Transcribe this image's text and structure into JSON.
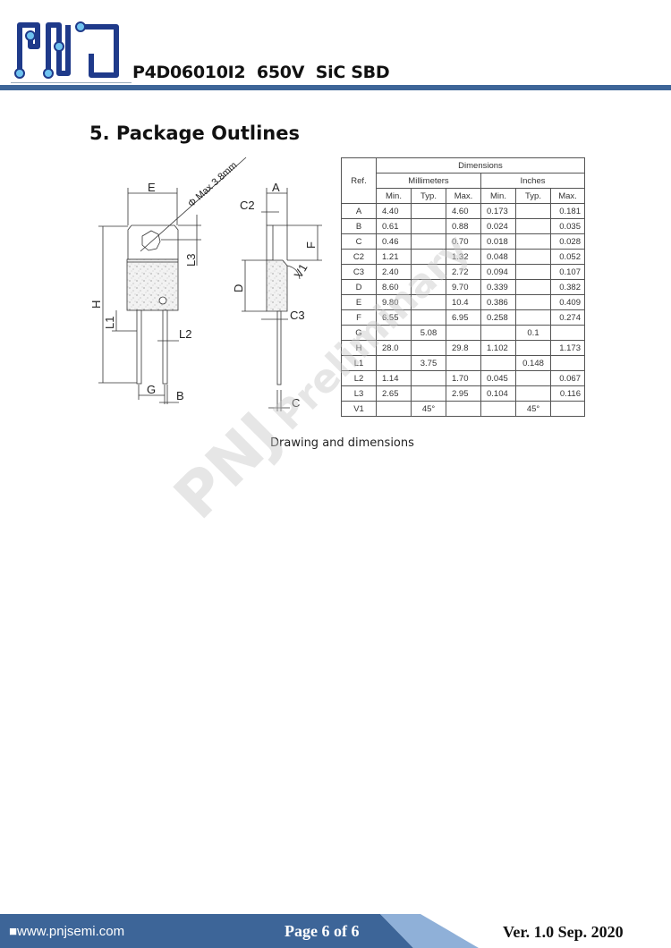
{
  "header": {
    "logo_text": "PNJ",
    "title": "P4D06010I2  650V  SiC SBD",
    "bar_color": "#3d6598"
  },
  "section": {
    "title": "5. Package Outlines"
  },
  "drawing": {
    "labels": {
      "E": "E",
      "A": "A",
      "C2": "C2",
      "F": "F",
      "L3": "L3",
      "D": "D",
      "V1": "V1",
      "H": "H",
      "L1": "L1",
      "L2": "L2",
      "C3": "C3",
      "G": "G",
      "B": "B",
      "C": "C",
      "hole": "Φ Max 3.8mm"
    }
  },
  "table": {
    "ref_header": "Ref.",
    "dimensions_header": "Dimensions",
    "groups": [
      "Millimeters",
      "Inches"
    ],
    "subheaders": [
      "Min.",
      "Typ.",
      "Max.",
      "Min.",
      "Typ.",
      "Max."
    ],
    "rows": [
      [
        "A",
        "4.40",
        "",
        "4.60",
        "0.173",
        "",
        "0.181"
      ],
      [
        "B",
        "0.61",
        "",
        "0.88",
        "0.024",
        "",
        "0.035"
      ],
      [
        "C",
        "0.46",
        "",
        "0.70",
        "0.018",
        "",
        "0.028"
      ],
      [
        "C2",
        "1.21",
        "",
        "1.32",
        "0.048",
        "",
        "0.052"
      ],
      [
        "C3",
        "2.40",
        "",
        "2.72",
        "0.094",
        "",
        "0.107"
      ],
      [
        "D",
        "8.60",
        "",
        "9.70",
        "0.339",
        "",
        "0.382"
      ],
      [
        "E",
        "9.80",
        "",
        "10.4",
        "0.386",
        "",
        "0.409"
      ],
      [
        "F",
        "6.55",
        "",
        "6.95",
        "0.258",
        "",
        "0.274"
      ],
      [
        "G",
        "",
        "5.08",
        "",
        "",
        "0.1",
        ""
      ],
      [
        "H",
        "28.0",
        "",
        "29.8",
        "1.102",
        "",
        "1.173"
      ],
      [
        "L1",
        "",
        "3.75",
        "",
        "",
        "0.148",
        ""
      ],
      [
        "L2",
        "1.14",
        "",
        "1.70",
        "0.045",
        "",
        "0.067"
      ],
      [
        "L3",
        "2.65",
        "",
        "2.95",
        "0.104",
        "",
        "0.116"
      ],
      [
        "V1",
        "",
        "45°",
        "",
        "",
        "45°",
        ""
      ]
    ]
  },
  "caption": "Drawing and dimensions",
  "watermark": {
    "brand": "PNJ",
    "text": "Preliminary"
  },
  "footer": {
    "url": "■www.pnjsemi.com",
    "page": "Page 6 of 6",
    "version": "Ver. 1.0  Sep. 2020",
    "band_color": "#3d6598",
    "stripe_color": "#8fb0d8"
  }
}
